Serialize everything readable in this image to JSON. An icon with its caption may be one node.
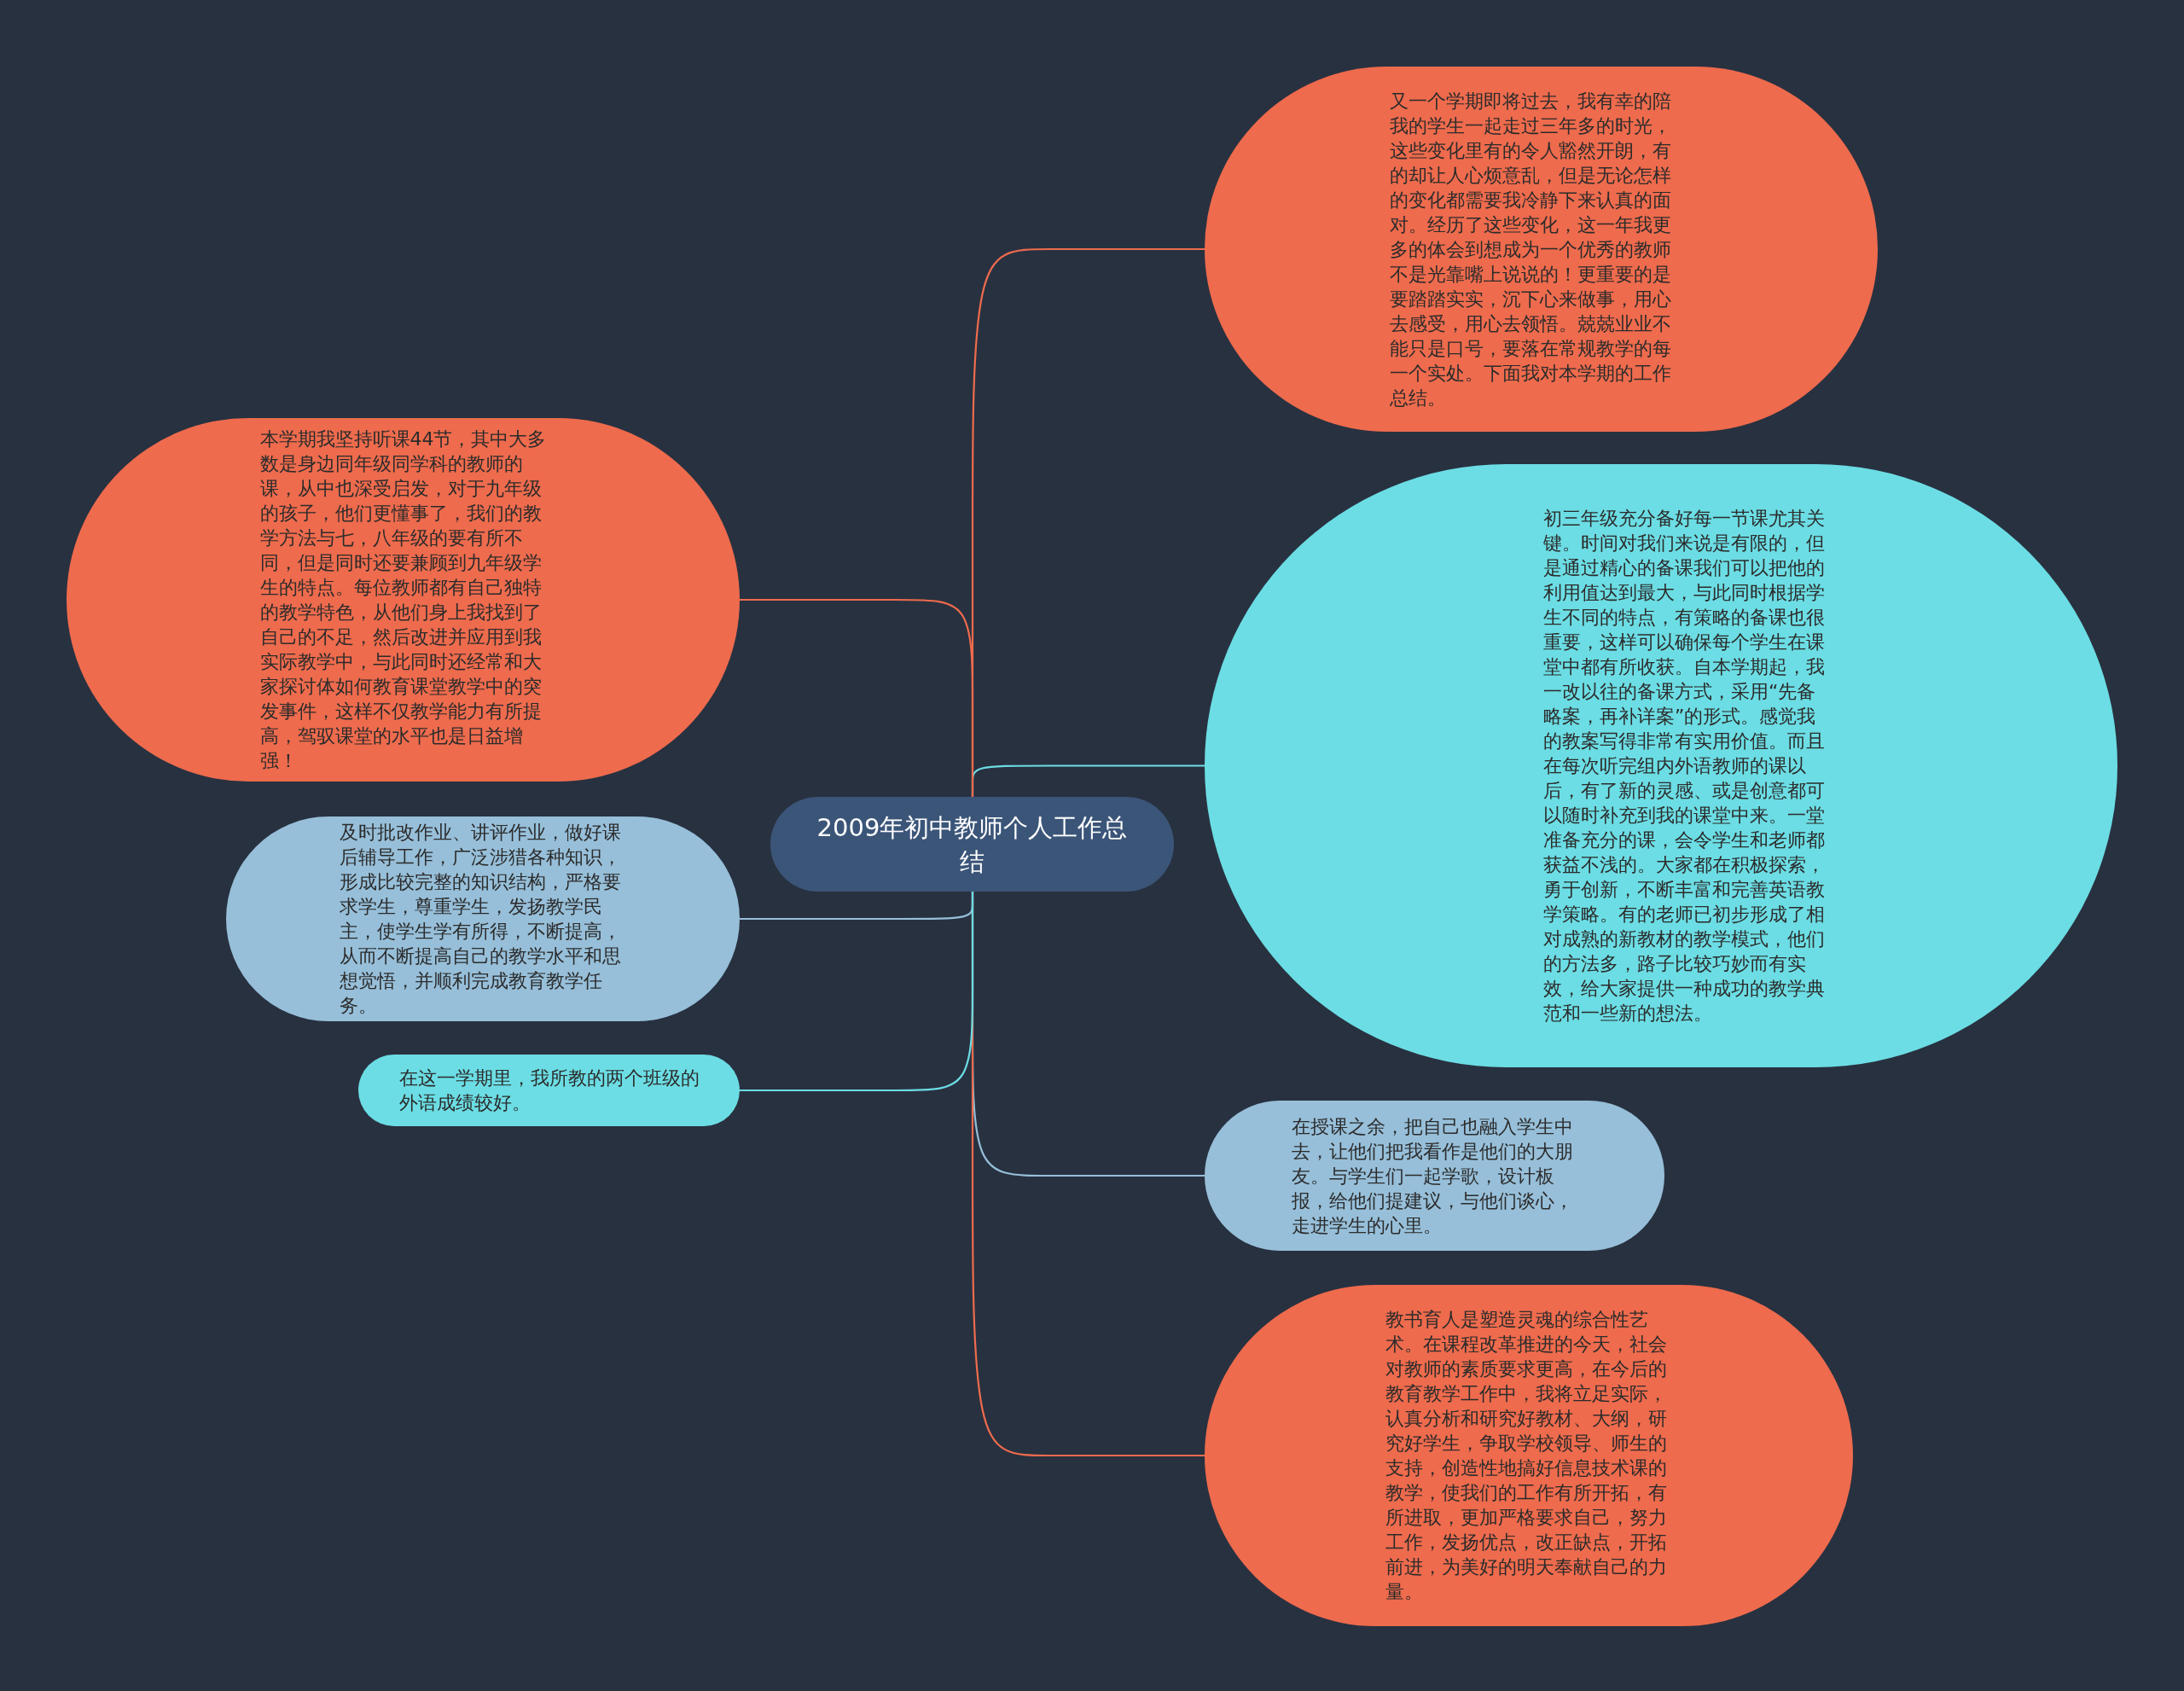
{
  "diagram": {
    "nodes": [
      {
        "text": [
          "2009年初中教师个人工作总结"
        ]
      },
      {
        "text": [
          "又一个学期即将过去，我有幸的陪我的学生一起走过三年多的时光，这些变化里有的令人豁然开朗，有的却让人心烦意乱，但是无论怎样的变化都需要我冷静下来认真的面对。经历了这些变化，这一年我更多的体会到想成为一个优秀的教师不是光靠嘴上说说的！更重要的是要踏踏实实，沉下心来做事，用心去感受，用心去领悟。兢兢业业不能只是口号，要落在常规教学的每一个实处。下面我对本学期的工作总结。"
        ]
      },
      {
        "text": [
          "初三年级充分备好每一节课尤其关键。时间对我们来说是有限的，但是通过精心的备课我们可以把他的利用值达到最大，与此同时根据学生不同的特点，有策略的备课也很重要，这样可以确保每个学生在课堂中都有所收获。自本学期起，我一改以往的备课方式，采用“先备略案，再补详案”的形式。感觉我的教案写得非常有实用价值。而且在每次听完组内外语教师的课以后，有了新的灵感、或是创意都可以随时补充到我的课堂中来。一堂准备充分的课，会令学生和老师都获益不浅的。大家都在积极探索，勇于创新，不断丰富和完善英语教学策略。有的老师已初步形成了相对成熟的新教材的教学模式，他们的方法多，路子比较巧妙而有实效，给大家提供一种成功的教学典范和一些新的想法。"
        ]
      },
      {
        "text": [
          "在授课之余，把自己也融入学生中去，让他们把我看作是他们的大朋友。与学生们一起学歌，设计板报，给他们提建议，与他们谈心，走进学生的心里。"
        ]
      },
      {
        "text": [
          "教书育人是塑造灵魂的综合性艺术。在课程改革推进的今天，社会对教师的素质要求更高，在今后的教育教学工作中，我将立足实际，认真分析和研究好教材、大纲，研究好学生，争取学校领导、师生的支持，创造性地搞好信息技术课的教学，使我们的工作有所开拓，有所进取，更加严格要求自己，努力工作，发扬优点，改正缺点，开拓前进，为美好的明天奉献自己的力量。"
        ]
      },
      {
        "text": [
          "本学期我坚持听课44节，其中大多数是身边同年级同学科的教师的课，从中也深受启发，对于九年级的孩子，他们更懂事了，我们的教学方法与七，八年级的要有所不同，但是同时还要兼顾到九年级学生的特点。每位教师都有自己独特的教学特色，从他们身上我找到了自己的不足，然后改进并应用到我实际教学中，与此同时还经常和大家探讨体如何教育课堂教学中的突发事件，这样不仅教学能力有所提高，驾驭课堂的水平也是日益增强！"
        ]
      },
      {
        "text": [
          "及时批改作业、讲评作业，做好课后辅导工作，广泛涉猎各种知识，形成比较完整的知识结构，严格要求学生，尊重学生，发扬教学民主，使学生学有所得，不断提高，从而不断提高自己的教学水平和思想觉悟，并顺利完成教育教学任务。"
        ]
      },
      {
        "text": [
          "在这一学期里，我所教的两个班级的外语成绩较好。"
        ]
      }
    ],
    "edges": [
      {
        "from": 0,
        "to": 1,
        "arrow": "none",
        "color": "#ee6b4d"
      },
      {
        "from": 0,
        "to": 2,
        "arrow": "none",
        "color": "#6cdde4"
      },
      {
        "from": 0,
        "to": 3,
        "arrow": "none",
        "color": "#97bfd9"
      },
      {
        "from": 0,
        "to": 4,
        "arrow": "none",
        "color": "#ee6b4d"
      },
      {
        "from": 0,
        "to": 5,
        "arrow": "none",
        "color": "#ee6b4d"
      },
      {
        "from": 0,
        "to": 6,
        "arrow": "none",
        "color": "#97bfd9"
      },
      {
        "from": 0,
        "to": 7,
        "arrow": "none",
        "color": "#6cdde4"
      }
    ]
  }
}
